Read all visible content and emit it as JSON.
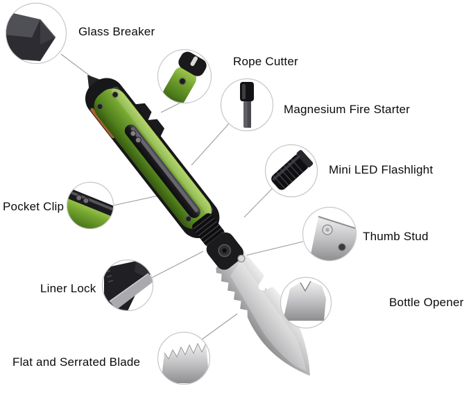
{
  "diagram": {
    "type": "product-feature-callouts",
    "subject": "folding rescue knife",
    "background": "#ffffff"
  },
  "colors": {
    "handle_green": "#6f9e2e",
    "hardware_black": "#17171a",
    "blade_silver": "#c2c2c4",
    "callout_ring": "#c6c6c6",
    "connector_line": "#9b9b9b",
    "label_text": "#0a0a0a"
  },
  "callouts": [
    {
      "id": "glass-breaker",
      "label": "Glass Breaker"
    },
    {
      "id": "rope-cutter",
      "label": "Rope Cutter"
    },
    {
      "id": "magnesium-fire-starter",
      "label": "Magnesium Fire Starter"
    },
    {
      "id": "mini-led-flashlight",
      "label": "Mini LED Flashlight"
    },
    {
      "id": "pocket-clip",
      "label": "Pocket Clip"
    },
    {
      "id": "thumb-stud",
      "label": "Thumb Stud"
    },
    {
      "id": "liner-lock",
      "label": "Liner Lock"
    },
    {
      "id": "bottle-opener",
      "label": "Bottle Opener"
    },
    {
      "id": "flat-and-serrated-blade",
      "label": "Flat and Serrated Blade"
    }
  ]
}
